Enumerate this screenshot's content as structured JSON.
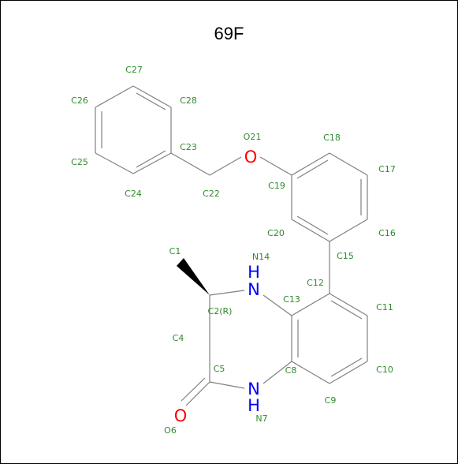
{
  "title": "69F",
  "colors": {
    "bond": "#808080",
    "label": "#2e8b2e",
    "nitrogen": "#0000ff",
    "oxygen": "#ff0000",
    "wedge": "#000000",
    "title": "#000000",
    "border": "#000000"
  },
  "heteroatoms": {
    "O21": "O",
    "N14": "H",
    "N14_sym": "N",
    "N7": "N",
    "N7_h": "H",
    "O6": "O"
  },
  "atom_labels": [
    "C27",
    "C26",
    "C28",
    "C23",
    "C25",
    "C24",
    "C22",
    "O21",
    "C18",
    "C17",
    "C19",
    "C20",
    "C16",
    "C15",
    "C1",
    "N14",
    "C12",
    "C13",
    "C2(R)",
    "C11",
    "C4",
    "C5",
    "C8",
    "C10",
    "C9",
    "N7",
    "O6"
  ]
}
